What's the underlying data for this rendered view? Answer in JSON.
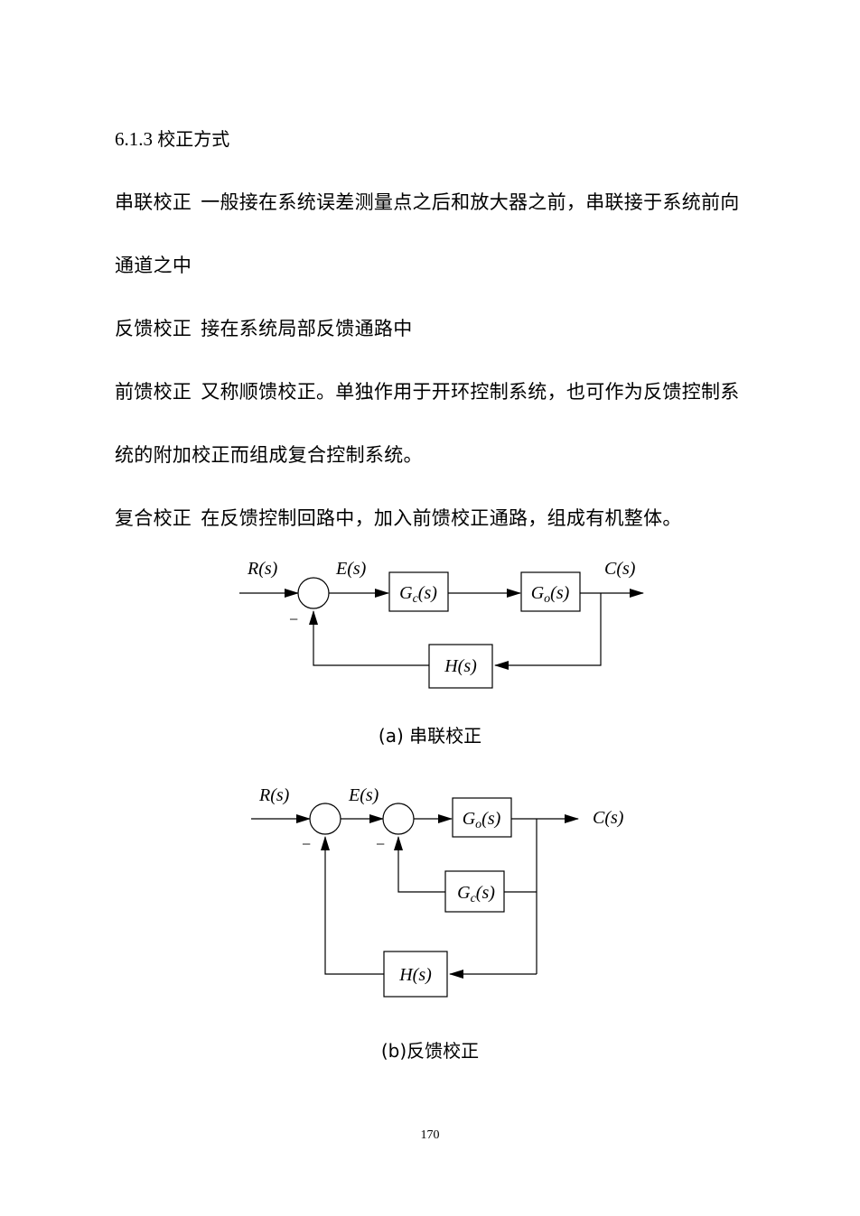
{
  "section": {
    "number": "6.1.3",
    "title": "校正方式"
  },
  "paragraphs": {
    "series_lead": "串联校正",
    "series_line1": "一般接在系统误差测量点之后和放大器之前，串联接于系统前向",
    "series_line2": "通道之中",
    "feedback_lead": "反馈校正",
    "feedback_body": "接在系统局部反馈通路中",
    "feedforward_lead": "前馈校正",
    "feedforward_line1": "又称顺馈校正。单独作用于开环控制系统，也可作为反馈控制系",
    "feedforward_line2": "统的附加校正而组成复合控制系统。",
    "compound_lead": "复合校正",
    "compound_body": "在反馈控制回路中，加入前馈校正通路，组成有机整体。"
  },
  "diagram_a": {
    "input": "R(s)",
    "error": "E(s)",
    "output": "C(s)",
    "controller": "Gc(s)",
    "plant": "Go(s)",
    "feedback": "H(s)",
    "sign": "−",
    "caption": "(a) 串联校正"
  },
  "diagram_b": {
    "input": "R(s)",
    "error": "E(s)",
    "output": "C(s)",
    "plant": "Go(s)",
    "local_feedback": "Gc(s)",
    "feedback": "H(s)",
    "sign_outer": "−",
    "sign_inner": "−",
    "caption": "(b)反馈校正"
  },
  "page_number": "170"
}
